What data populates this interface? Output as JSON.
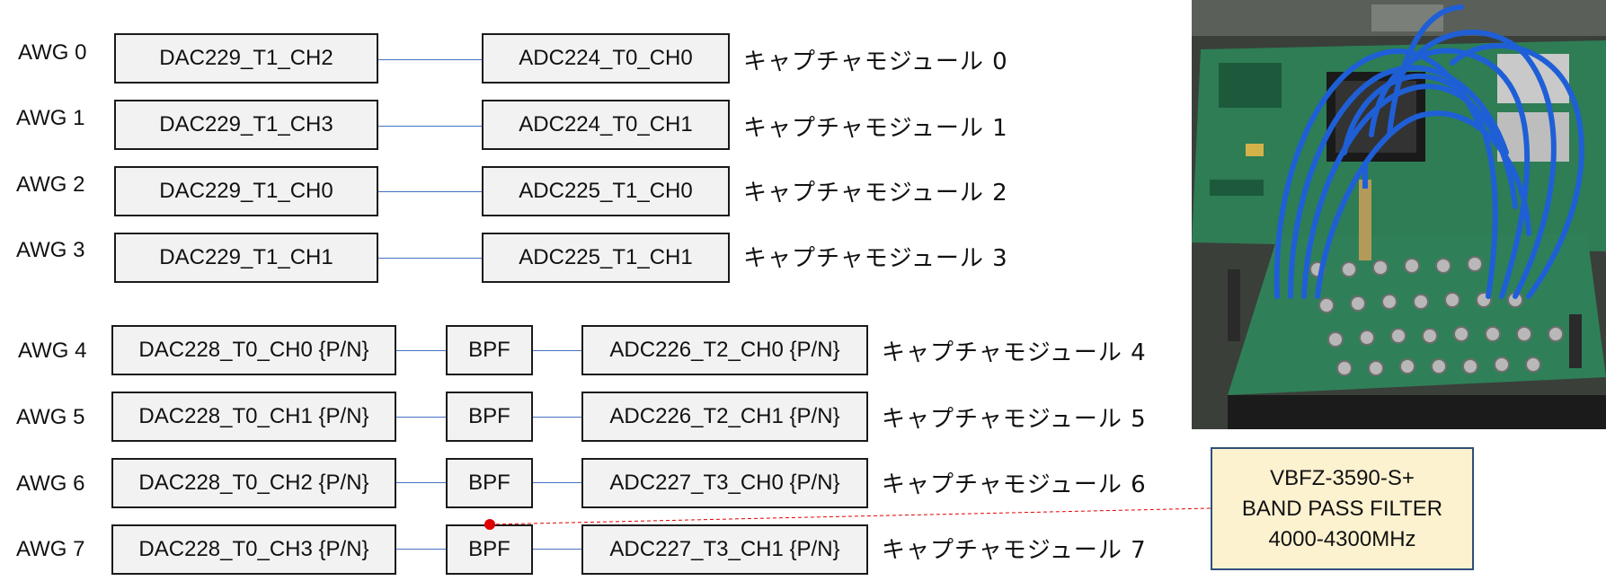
{
  "rows_top": [
    {
      "awg": "AWG 0",
      "dac": "DAC229_T1_CH2",
      "adc": "ADC224_T0_CH0",
      "capture": "キャプチャモジュール 0"
    },
    {
      "awg": "AWG 1",
      "dac": "DAC229_T1_CH3",
      "adc": "ADC224_T0_CH1",
      "capture": "キャプチャモジュール 1"
    },
    {
      "awg": "AWG 2",
      "dac": "DAC229_T1_CH0",
      "adc": "ADC225_T1_CH0",
      "capture": "キャプチャモジュール 2"
    },
    {
      "awg": "AWG 3",
      "dac": "DAC229_T1_CH1",
      "adc": "ADC225_T1_CH1",
      "capture": "キャプチャモジュール 3"
    }
  ],
  "rows_bottom": [
    {
      "awg": "AWG 4",
      "dac": "DAC228_T0_CH0 {P/N}",
      "filter": "BPF",
      "adc": "ADC226_T2_CH0 {P/N}",
      "capture": "キャプチャモジュール 4"
    },
    {
      "awg": "AWG 5",
      "dac": "DAC228_T0_CH1 {P/N}",
      "filter": "BPF",
      "adc": "ADC226_T2_CH1 {P/N}",
      "capture": "キャプチャモジュール 5"
    },
    {
      "awg": "AWG 6",
      "dac": "DAC228_T0_CH2 {P/N}",
      "filter": "BPF",
      "adc": "ADC227_T3_CH0 {P/N}",
      "capture": "キャプチャモジュール 6"
    },
    {
      "awg": "AWG 7",
      "dac": "DAC228_T0_CH3 {P/N}",
      "filter": "BPF",
      "adc": "ADC227_T3_CH1 {P/N}",
      "capture": "キャプチャモジュール 7"
    }
  ],
  "filter_note": {
    "line1": "VBFZ-3590-S+",
    "line2": "BAND PASS FILTER",
    "line3": "4000-4300MHz"
  },
  "colors": {
    "connector": "#4472c4",
    "callout_dot": "#e00000",
    "note_bg": "#fdf2d0",
    "note_border": "#2f4f7a",
    "pcb": "#2e7d55",
    "cable": "#1f5fd6"
  }
}
